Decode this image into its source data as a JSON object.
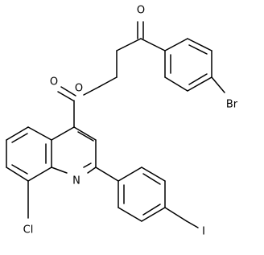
{
  "molecule": {
    "atoms": {
      "o_ketone": "O",
      "o_ester_carbonyl": "O",
      "o_ester": "O",
      "br": "Br",
      "n": "N",
      "cl": "Cl",
      "i": "I"
    }
  }
}
